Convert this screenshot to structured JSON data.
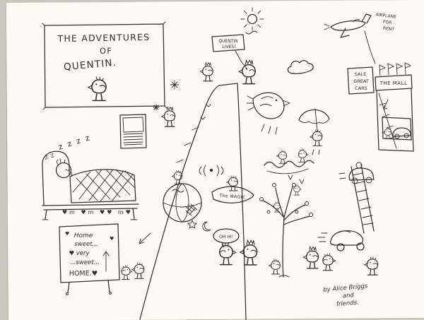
{
  "colors": {
    "background": "#c9c6c0",
    "paper": "#fbfaf6",
    "ink": "#33312e"
  },
  "scene": {
    "title_frame": {
      "line1": "THE ADVENTURES",
      "line2": "OF",
      "line3": "QUENTIN."
    },
    "quentin_sign": {
      "line1": "QUENTIN",
      "line2": "LIVES!"
    },
    "airplane_ad": {
      "line1": "AIRPLANE",
      "line2": "FOR",
      "line3": "RENT"
    },
    "sale_sign": {
      "line1": "SALE",
      "line2": "GREAT",
      "line3": "CARS"
    },
    "mall_sign": "THE MALL",
    "sleep": {
      "zzz_large": "z z z z",
      "zzz_small": "Z Z",
      "bed_marks": "♥m ♥m ♥♥ m♥"
    },
    "home_sign": {
      "line1": "Home",
      "line2": "sweet...",
      "line3": "♥ very",
      "line4": "...sweet...",
      "line5": "HOME.♥",
      "heart": "♥"
    },
    "magic_banner": "The MAGIC",
    "speech_bubble": "OH HI!",
    "signature": {
      "line1": "by Alice Briggs",
      "line2": "and",
      "line3": "friends."
    }
  }
}
